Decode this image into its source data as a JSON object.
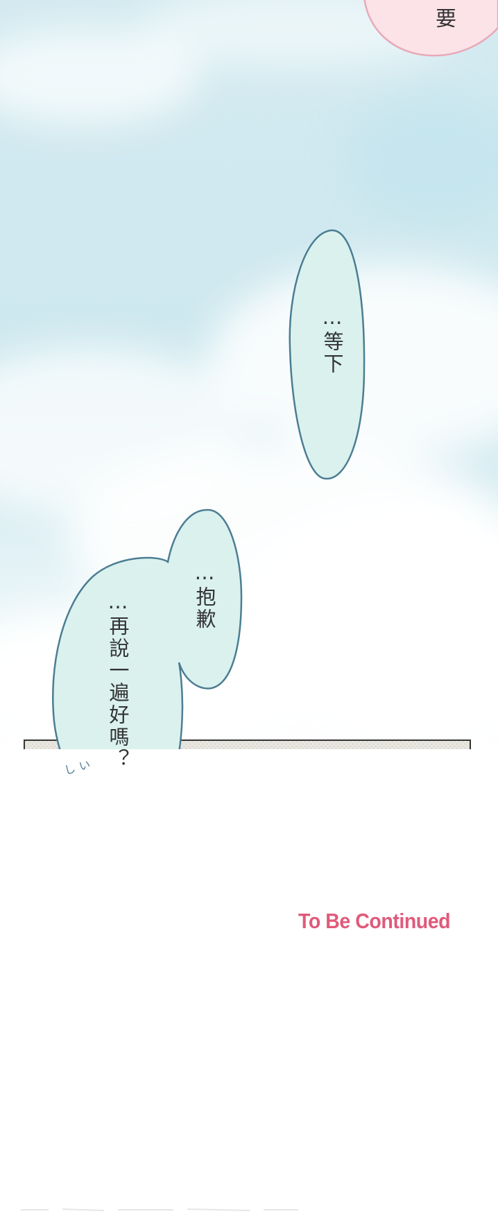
{
  "speech_bubbles": {
    "top_right": "要",
    "wait": "…等下",
    "sorry": "…抱歉",
    "say_again": "…再說一遍好嗎？",
    "sfx": "しい"
  },
  "ending": {
    "label": "To Be Continued",
    "color": "#e05a7a"
  },
  "colors": {
    "sky": "#cfe8ee",
    "bubble_fill": "#daf1ee",
    "bubble_stroke": "#4b7d92",
    "top_bubble_fill": "#fbe3e8",
    "top_bubble_stroke": "#e8a9b8",
    "panel_fill": "#e8e6e1",
    "panel_border": "#333333"
  }
}
